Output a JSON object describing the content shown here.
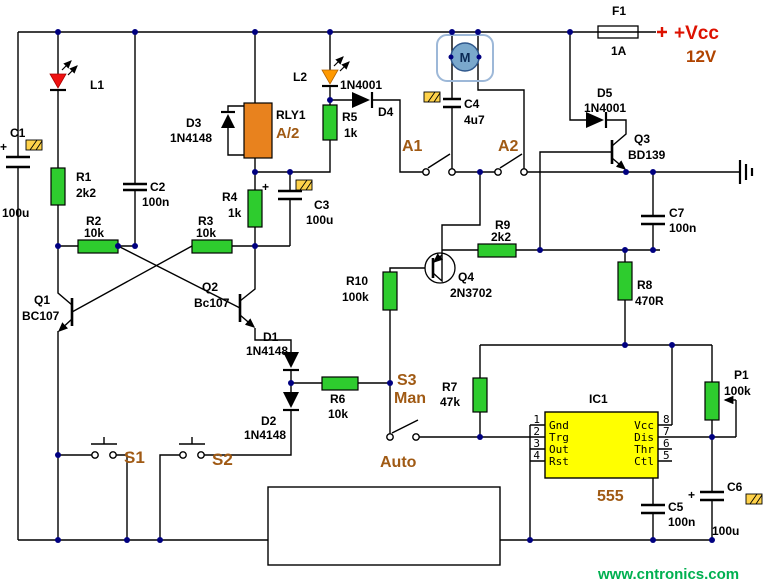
{
  "colors": {
    "wire": "#000000",
    "junction_dot": "#000080",
    "resistor_fill": "#2ecc2e",
    "relay_fill": "#e8821e",
    "ic_fill": "#ffff00",
    "led_red": "#ee1111",
    "led_orange": "#ff9900",
    "label_brown": "#a05a14",
    "vcc_red": "#dd1100",
    "voltage_brown": "#b04400",
    "watermark_green": "#00b050",
    "motor_blue": "#7aa8cc",
    "hatch_yellow": "#ffd24a"
  },
  "power": {
    "fuse_ref": "F1",
    "fuse_value": "1A",
    "vcc_label": "+Vcc",
    "voltage": "12V"
  },
  "motor": {
    "label": "M"
  },
  "leds": {
    "l1": "L1",
    "l2": "L2"
  },
  "capacitors": {
    "c1": {
      "ref": "C1",
      "value": "100u"
    },
    "c2": {
      "ref": "C2",
      "value": "100n"
    },
    "c3": {
      "ref": "C3",
      "value": "100u"
    },
    "c4": {
      "ref": "C4",
      "value": "4u7"
    },
    "c5": {
      "ref": "C5",
      "value": "100n"
    },
    "c6": {
      "ref": "C6",
      "value": "100u"
    },
    "c7": {
      "ref": "C7",
      "value": "100n"
    }
  },
  "polarity_plus": "+",
  "resistors": {
    "r1": {
      "ref": "R1",
      "value": "2k2"
    },
    "r2": {
      "ref": "R2",
      "value": "10k"
    },
    "r3": {
      "ref": "R3",
      "value": "10k"
    },
    "r4": {
      "ref": "R4",
      "value": "1k"
    },
    "r5": {
      "ref": "R5",
      "value": "1k"
    },
    "r6": {
      "ref": "R6",
      "value": "10k"
    },
    "r7": {
      "ref": "R7",
      "value": "47k"
    },
    "r8": {
      "ref": "R8",
      "value": "470R"
    },
    "r9": {
      "ref": "R9",
      "value": "2k2"
    },
    "r10": {
      "ref": "R10",
      "value": "100k"
    }
  },
  "potentiometer": {
    "ref": "P1",
    "value": "100k"
  },
  "diodes": {
    "d1": {
      "ref": "D1",
      "value": "1N4148"
    },
    "d2": {
      "ref": "D2",
      "value": "1N4148"
    },
    "d3": {
      "ref": "D3",
      "value": "1N4148"
    },
    "d4": {
      "ref": "D4",
      "value": "1N4001"
    },
    "d5": {
      "ref": "D5",
      "value": "1N4001"
    }
  },
  "transistors": {
    "q1": {
      "ref": "Q1",
      "value": "BC107"
    },
    "q2": {
      "ref": "Q2",
      "value": "Bc107"
    },
    "q3": {
      "ref": "Q3",
      "value": "BD139"
    },
    "q4": {
      "ref": "Q4",
      "value": "2N3702"
    }
  },
  "relay": {
    "ref": "RLY1",
    "contact_label": "A/2"
  },
  "contacts": {
    "a1": "A1",
    "a2": "A2"
  },
  "switches": {
    "s1": "S1",
    "s2": "S2",
    "s3": "S3",
    "man": "Man",
    "auto": "Auto"
  },
  "ic": {
    "ref": "IC1",
    "value": "555",
    "pins_left": [
      {
        "num": "1",
        "name": "Gnd"
      },
      {
        "num": "2",
        "name": "Trg"
      },
      {
        "num": "3",
        "name": "Out"
      },
      {
        "num": "4",
        "name": "Rst"
      }
    ],
    "pins_right": [
      {
        "num": "8",
        "name": "Vcc"
      },
      {
        "num": "7",
        "name": "Dis"
      },
      {
        "num": "6",
        "name": "Thr"
      },
      {
        "num": "5",
        "name": "Ctl"
      }
    ]
  },
  "watermark": "www.cntronics.com"
}
